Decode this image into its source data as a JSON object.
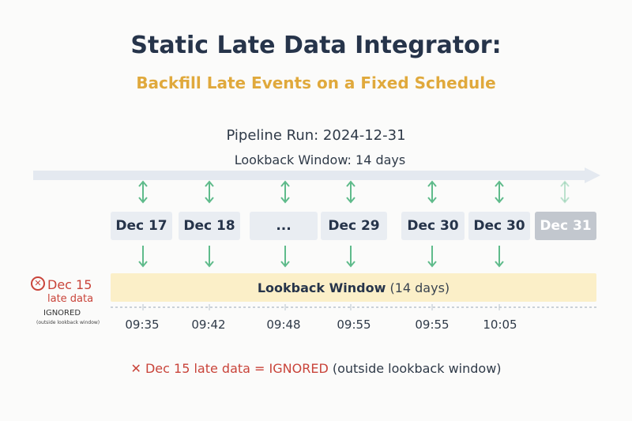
{
  "header": {
    "title": "Static Late Data Integrator:",
    "subtitle": "Backfill Late Events on a Fixed Schedule"
  },
  "run": {
    "label": "Pipeline Run: 2024-12-31",
    "lookback": "Lookback Window: 14 days"
  },
  "dates": [
    {
      "label": "Dec 17",
      "time": "09:35"
    },
    {
      "label": "Dec 18",
      "time": "09:42"
    },
    {
      "label": "...",
      "time": "09:48"
    },
    {
      "label": "Dec 29",
      "time": "09:55"
    },
    {
      "label": "Dec 30",
      "time": "09:55"
    },
    {
      "label": "Dec 30",
      "time": "10:05"
    },
    {
      "label": "Dec 31",
      "time": ""
    }
  ],
  "window": {
    "label": "Lookback Window",
    "days": "(14 days)"
  },
  "late": {
    "date": "Dec 15",
    "desc": "late data",
    "status": "IGNORED",
    "note": "(outside lookback window)"
  },
  "summary": {
    "main": "Dec 15 late data = IGNORED",
    "note": "(outside lookback window)"
  },
  "colors": {
    "green": "#5fbb8b",
    "red": "#c9443a",
    "gold": "#e0a93c",
    "navy": "#26344a"
  }
}
